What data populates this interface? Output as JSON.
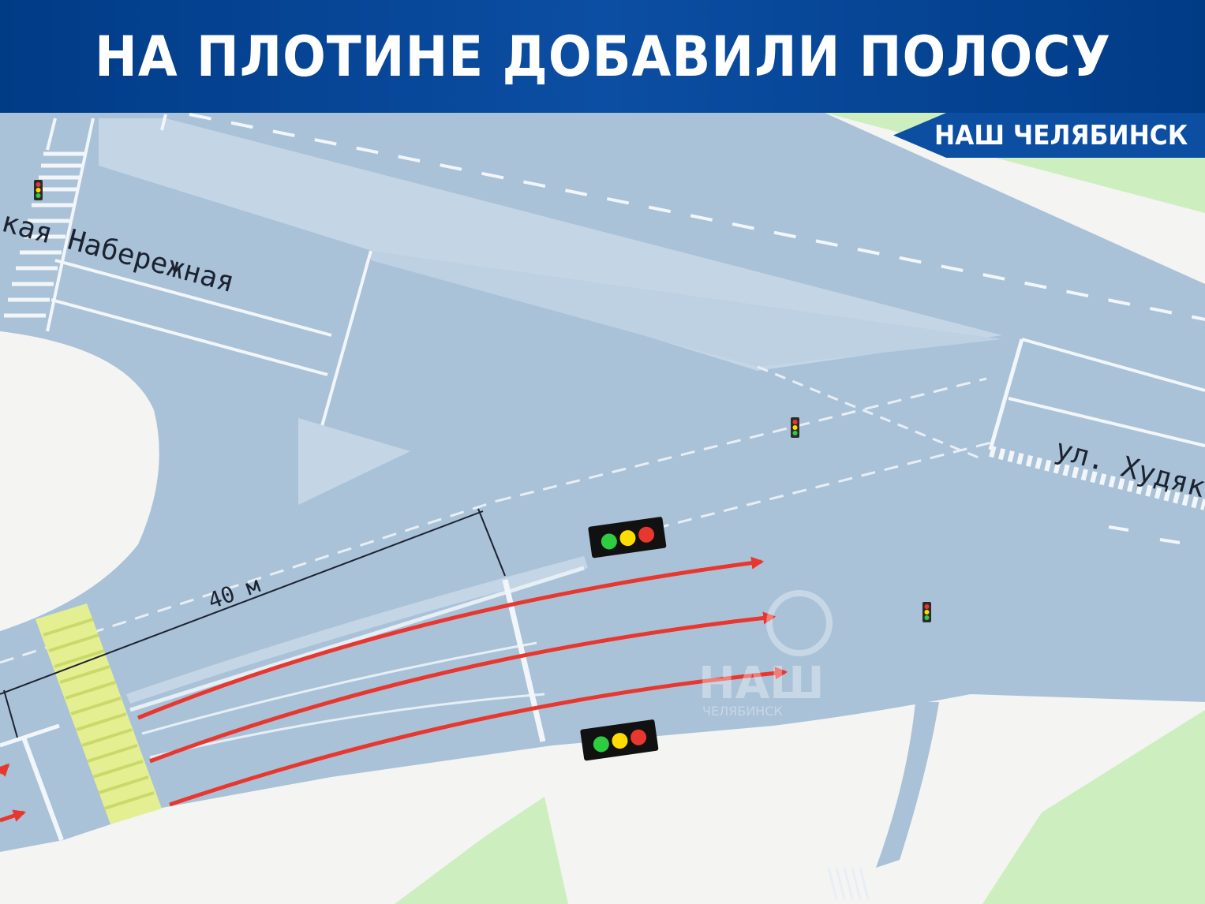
{
  "header": {
    "title": "НА ПЛОТИНЕ ДОБАВИЛИ ПОЛОСУ"
  },
  "brand": {
    "name": "НАШ ЧЕЛЯБИНСК"
  },
  "map": {
    "street_labels": {
      "naberezhnaya": "кая Набережная",
      "khudyakova": "ул. Худяк"
    },
    "distance_label": "40 м"
  },
  "watermark": {
    "text": "НАШ",
    "subtext": "ЧЕЛЯБИНСК"
  },
  "colors": {
    "road": "#a9c2d8",
    "road_light": "#c4d6e6",
    "ground": "#f4f4f2",
    "grass": "#cdeebf",
    "crosswalk_yellow": "#e4ef92",
    "arrow_red": "#e8372e",
    "banner_blue": "#0c4ea3"
  },
  "icons": {
    "traffic_light": "traffic-light-icon",
    "lane_arrow": "red-arrow-icon"
  }
}
